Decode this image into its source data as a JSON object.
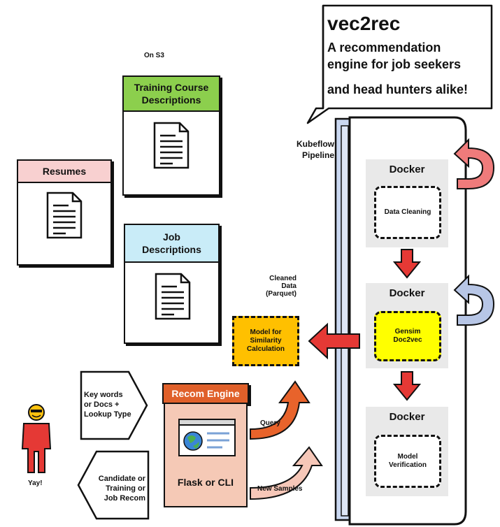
{
  "callout": {
    "title": "vec2rec",
    "line1": "A recommendation",
    "line2": "engine for job seekers",
    "line3": "and head hunters alike!"
  },
  "s3_label": "On S3",
  "training_card": {
    "title_line1": "Training Course",
    "title_line2": "Descriptions",
    "color": "#8ccf4d"
  },
  "resumes_card": {
    "title": "Resumes",
    "color": "#f8d0d0"
  },
  "job_card": {
    "title_line1": "Job",
    "title_line2": "Descriptions",
    "color": "#c9ecf8"
  },
  "pipeline_label": {
    "line1": "Kubeflow",
    "line2": "Pipeline"
  },
  "cleaned_label": {
    "line1": "Cleaned",
    "line2": "Data",
    "line3": "(Parquet)"
  },
  "model_box": {
    "line1": "Model for",
    "line2": "Similarity",
    "line3": "Calculation",
    "color": "#ffc000"
  },
  "dockers": [
    {
      "label": "Docker",
      "inner_line1": "Data Cleaning",
      "inner_line2": ""
    },
    {
      "label": "Docker",
      "inner_line1": "Gensim",
      "inner_line2": "Doc2vec"
    },
    {
      "label": "Docker",
      "inner_line1": "Model",
      "inner_line2": "Verification"
    }
  ],
  "recom_engine": {
    "title": "Recom Engine",
    "subtitle": "Flask or CLI",
    "header_color": "#e0602a",
    "body_color": "#f5c9b6"
  },
  "input_arrow": {
    "line1": "Key words",
    "line2": "or Docs +",
    "line3": "Lookup Type"
  },
  "output_arrow": {
    "line1": "Candidate or",
    "line2": "Training or",
    "line3": "Job Recom"
  },
  "query_label": "Query",
  "new_samples_label": "New Samples",
  "person_caption": "Yay!",
  "colors": {
    "red_arrow": "#e53935",
    "pink_loop": "#ef7b7b",
    "blue_loop": "#b7c6e6",
    "orange_arrow": "#e8632b",
    "pink_arrow": "#f6c7b8",
    "rail": "#c9d7f0"
  }
}
